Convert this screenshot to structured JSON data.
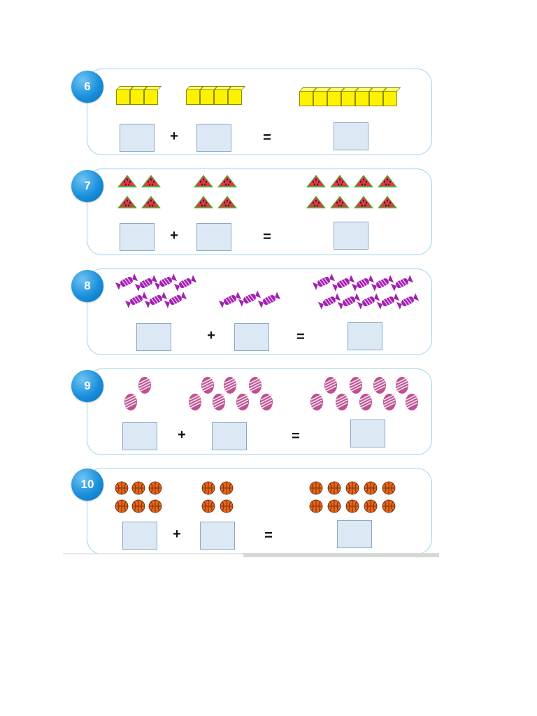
{
  "problems": [
    {
      "number": "6",
      "first_count": 3,
      "second_count": 4,
      "total_count": 7,
      "item": "yellow-cube-icon"
    },
    {
      "number": "7",
      "first_count": 4,
      "second_count": 4,
      "total_count": 8,
      "item": "watermelon-slice-icon"
    },
    {
      "number": "8",
      "first_count": 7,
      "second_count": 3,
      "total_count": 10,
      "item": "candy-icon"
    },
    {
      "number": "9",
      "first_count": 2,
      "second_count": 7,
      "total_count": 9,
      "item": "egg-icon"
    },
    {
      "number": "10",
      "first_count": 6,
      "second_count": 4,
      "total_count": 10,
      "item": "basketball-icon"
    }
  ],
  "symbols": {
    "plus": "+",
    "equals": "="
  },
  "colors": {
    "panel_border": "#9fd3ee",
    "badge": "#1a8fdc",
    "answer_box": "#dde8f5",
    "cube": "#fff200",
    "watermelon_flesh": "#e8344a",
    "watermelon_rind": "#4caf32",
    "candy": "#a020b0",
    "egg": "#c0508f",
    "ball": "#e8641a"
  }
}
